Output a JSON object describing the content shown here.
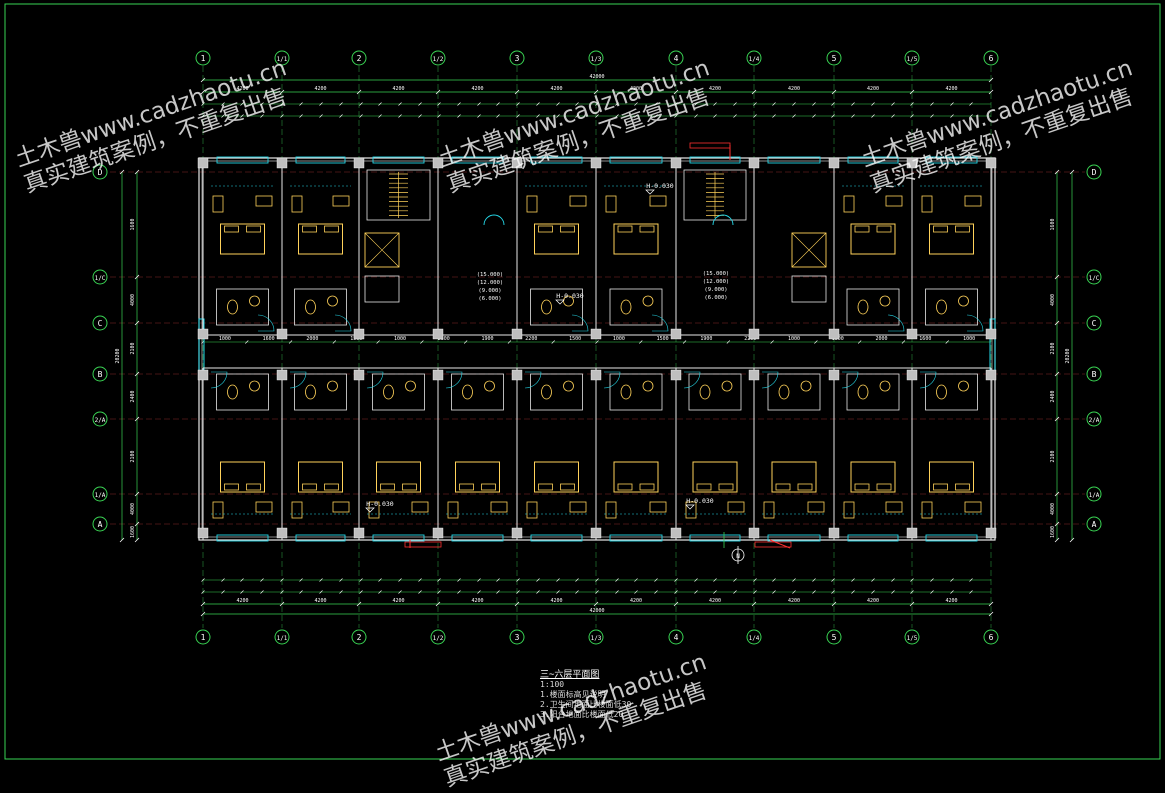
{
  "colors": {
    "background": "#000000",
    "axis": "#39d353",
    "wall": "#e8e8e8",
    "window": "#25d8e8",
    "furniture": "#ffd25a",
    "text": "#ffffff",
    "redline": "#ff3030",
    "column": "#bfbfbf"
  },
  "axes_top": [
    "1",
    "1/1",
    "2",
    "1/2",
    "3",
    "1/3",
    "4",
    "1/4",
    "5",
    "1/5",
    "6"
  ],
  "axes_bottom": [
    "1",
    "1/1",
    "2",
    "1/2",
    "3",
    "1/3",
    "4",
    "1/4",
    "5",
    "1/5",
    "6"
  ],
  "axes_left": [
    "D",
    "1/C",
    "C",
    "B",
    "2/A",
    "1/A",
    "A"
  ],
  "axes_right": [
    "D",
    "1/C",
    "C",
    "B",
    "2/A",
    "1/A",
    "A"
  ],
  "dimensions": {
    "overall_top": "42000",
    "overall_bottom": "42000",
    "bays_top": [
      "4200",
      "4200",
      "4200",
      "4200",
      "4200",
      "4200",
      "4200",
      "4200",
      "4200",
      "4200"
    ],
    "bays_bottom": [
      "4200",
      "4200",
      "4200",
      "4200",
      "4200",
      "4200",
      "4200",
      "4200",
      "4200",
      "4200"
    ],
    "left_vertical": [
      "1600",
      "4000",
      "2100",
      "2400",
      "2100",
      "4000",
      "1600"
    ],
    "left_total": "20200",
    "right_vertical": [
      "1600",
      "4000",
      "2100",
      "2400",
      "2100",
      "4000",
      "1600"
    ],
    "right_total": "20200",
    "corridor_row": [
      "1000",
      "1600",
      "2000",
      "1500",
      "1000",
      "2300",
      "1900",
      "2200",
      "1500",
      "1000",
      "1500",
      "1900",
      "2200",
      "1000",
      "1500",
      "2000",
      "1600",
      "1000"
    ]
  },
  "labels": {
    "elev_1": "H-0.030",
    "elev_2": "H-0.030",
    "elev_3": "H-0.030",
    "elev_4": "H-0.030",
    "levels": [
      "15.000",
      "12.000",
      "9.000",
      "6.000"
    ],
    "levels_2": [
      "15.000",
      "12.000",
      "9.000",
      "6.000"
    ],
    "north": "N"
  },
  "title_block": {
    "title": "三~六层平面图",
    "scale": "1:100",
    "notes": [
      "1.楼面标高见说明",
      "2.卫生间地面比楼面低30",
      "3.阳台地面比楼面低20"
    ]
  },
  "watermarks": [
    {
      "line1": "土木兽www.cadzhaotu.cn",
      "line2": "真实建筑案例，不重复出售"
    },
    {
      "line1": "土木兽www.cadzhaotu.cn",
      "line2": "真实建筑案例，不重复出售"
    },
    {
      "line1": "土木兽www.cadzhaotu.cn",
      "line2": "真实建筑案例，不重复出售"
    },
    {
      "line1": "土木兽www.cadzhaotu.cn",
      "line2": "真实建筑案例，不重复出售"
    }
  ]
}
